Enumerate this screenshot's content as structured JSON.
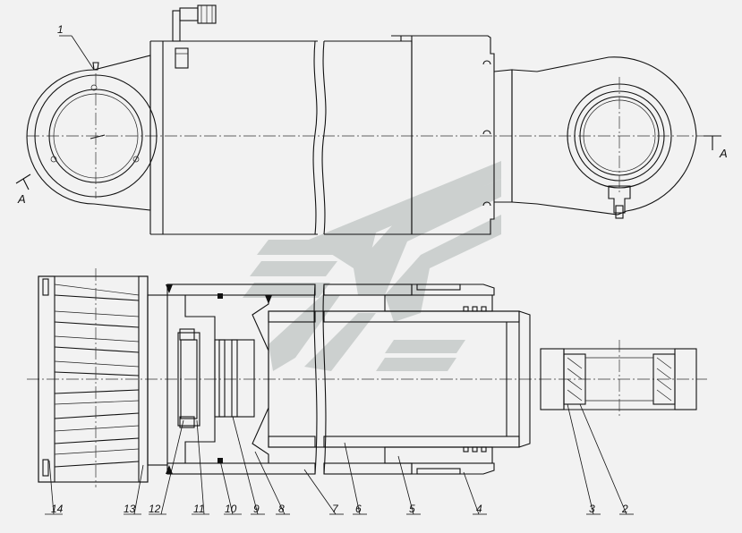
{
  "callouts": {
    "c1": "1",
    "c2": "2",
    "c3": "3",
    "c4": "4",
    "c5": "5",
    "c6": "6",
    "c7": "7",
    "c8": "8",
    "c9": "9",
    "c10": "10",
    "c11": "11",
    "c12": "12",
    "c13": "13",
    "c14": "14"
  },
  "section": {
    "left": "A",
    "right": "A"
  },
  "colors": {
    "background": "#f2f2f2",
    "line": "#111111",
    "watermark": "#c6cbc9"
  },
  "watermark_icon": "gaz-logo-watermark"
}
